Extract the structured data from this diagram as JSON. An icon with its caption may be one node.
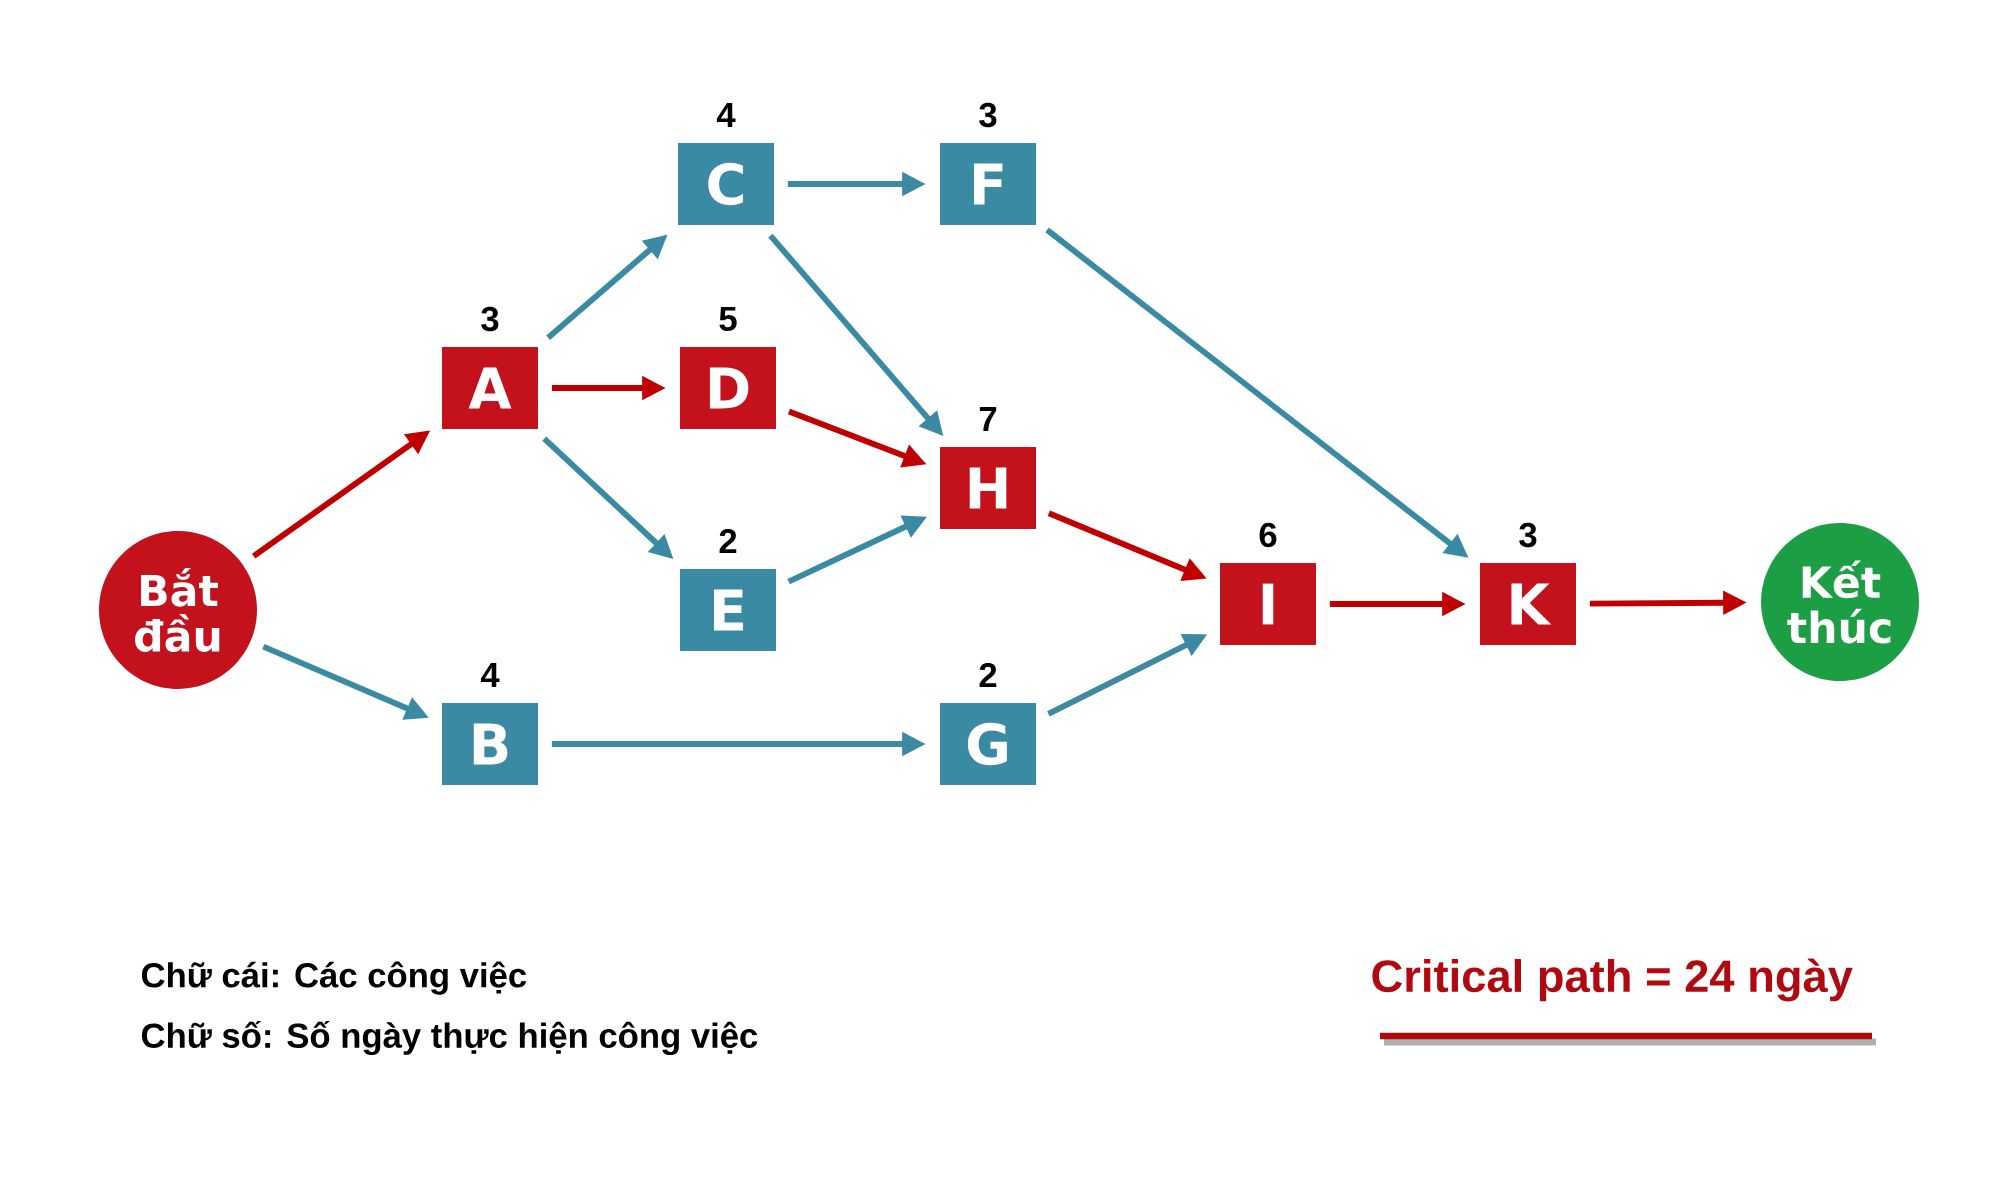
{
  "diagram": {
    "nodes": [
      {
        "text": [
          "Bắt đầu"
        ]
      },
      {
        "text": [
          "A"
        ],
        "beside": [
          "3"
        ]
      },
      {
        "text": [
          "B"
        ],
        "beside": [
          "4"
        ]
      },
      {
        "text": [
          "C"
        ],
        "beside": [
          "4"
        ]
      },
      {
        "text": [
          "D"
        ],
        "beside": [
          "5"
        ]
      },
      {
        "text": [
          "E"
        ],
        "beside": [
          "2"
        ]
      },
      {
        "text": [
          "F"
        ],
        "beside": [
          "3"
        ]
      },
      {
        "text": [
          "H"
        ],
        "beside": [
          "7"
        ]
      },
      {
        "text": [
          "G"
        ],
        "beside": [
          "2"
        ]
      },
      {
        "text": [
          "I"
        ],
        "beside": [
          "6"
        ]
      },
      {
        "text": [
          "K"
        ],
        "beside": [
          "3"
        ]
      },
      {
        "text": [
          "Kết thúc"
        ]
      }
    ],
    "edges": [
      {
        "from": 0,
        "to": 1,
        "arrow": "to",
        "color": "#c00000"
      },
      {
        "from": 0,
        "to": 2,
        "arrow": "to"
      },
      {
        "from": 1,
        "to": 3,
        "arrow": "to"
      },
      {
        "from": 1,
        "to": 4,
        "arrow": "to",
        "color": "#c00000"
      },
      {
        "from": 1,
        "to": 5,
        "arrow": "to"
      },
      {
        "from": 3,
        "to": 6,
        "arrow": "to"
      },
      {
        "from": 3,
        "to": 7,
        "arrow": "to"
      },
      {
        "from": 4,
        "to": 7,
        "arrow": "to",
        "color": "#c00000"
      },
      {
        "from": 5,
        "to": 7,
        "arrow": "to"
      },
      {
        "from": 2,
        "to": 8,
        "arrow": "to"
      },
      {
        "from": 6,
        "to": 10,
        "arrow": "to"
      },
      {
        "from": 7,
        "to": 9,
        "arrow": "to",
        "color": "#c00000"
      },
      {
        "from": 8,
        "to": 9,
        "arrow": "to"
      },
      {
        "from": 9,
        "to": 10,
        "arrow": "to",
        "color": "#c00000"
      },
      {
        "from": 10,
        "to": 11,
        "arrow": "to",
        "color": "#c00000"
      }
    ],
    "labels": [
      "Chữ cái: Các công việc",
      "Chữ số: Số ngày thực hiện công việc",
      "Critical path = 24 ngày"
    ]
  }
}
